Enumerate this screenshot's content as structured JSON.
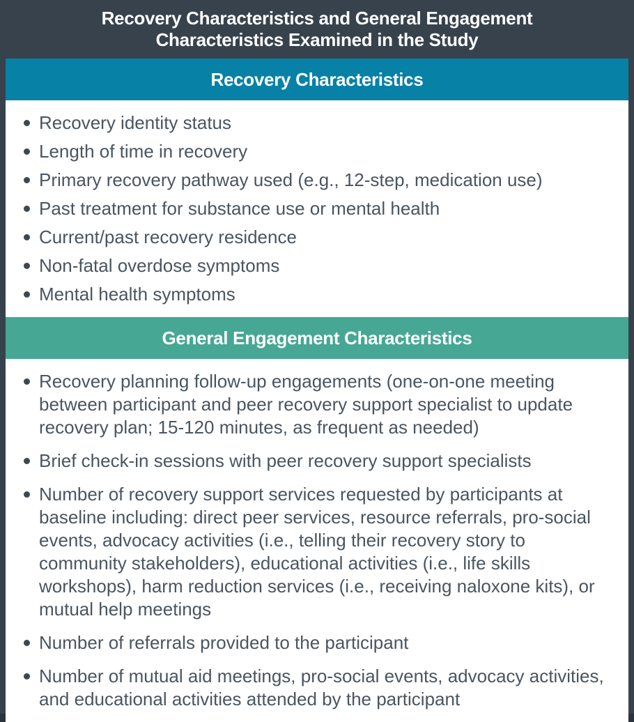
{
  "colors": {
    "frame_dark": "#37424C",
    "recovery_banner_blue": "#0781A6",
    "engagement_banner_green": "#46A794",
    "body_text": "#4A5560",
    "heading_text": "#FFFFFF"
  },
  "header": {
    "title_line_1": "Recovery Characteristics and General Engagement",
    "title_line_2": "Characteristics Examined in the Study"
  },
  "recovery_section": {
    "heading": "Recovery Characteristics",
    "items": [
      "Recovery identity status",
      "Length of time in recovery",
      "Primary recovery pathway used (e.g., 12-step, medication use)",
      "Past treatment for substance use or mental health",
      "Current/past recovery residence",
      "Non-fatal overdose symptoms",
      "Mental health symptoms"
    ]
  },
  "engagement_section": {
    "heading": "General Engagement Characteristics",
    "items": [
      "Recovery planning follow-up engagements (one-on-one meeting between participant and peer recovery support specialist to update recovery plan; 15-120 minutes, as frequent as needed)",
      "Brief check-in sessions with peer recovery support specialists",
      "Number of recovery support services requested by participants at baseline including: direct peer services, resource referrals, pro-social events, advocacy activities (i.e., telling their recovery story to community stakeholders), educational activities (i.e., life skills workshops), harm reduction services (i.e., receiving naloxone kits), or mutual help meetings",
      "Number of referrals provided to the participant",
      "Number of mutual aid meetings, pro-social events, advocacy activities, and educational activities attended by the participant"
    ]
  }
}
